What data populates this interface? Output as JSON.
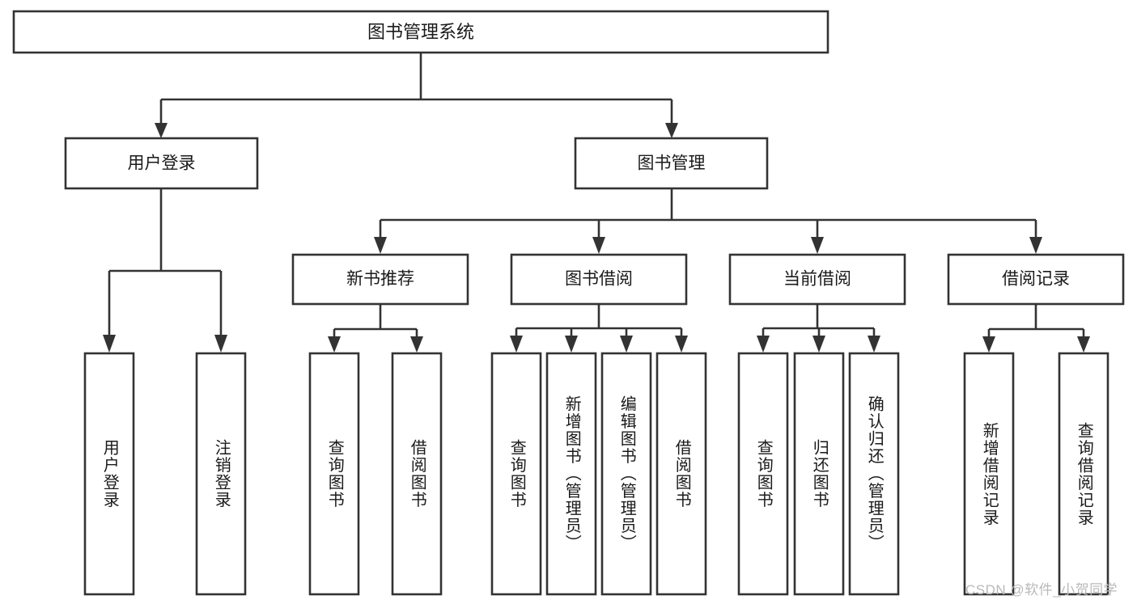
{
  "diagram": {
    "title": "图书管理系统",
    "type": "tree",
    "orientation": "top-down",
    "colors": {
      "stroke": "#333333",
      "box_fill": "#ffffff",
      "text": "#1a1a1a",
      "background": "#ffffff",
      "watermark": "#b9b9b9"
    },
    "root": {
      "label": "图书管理系统"
    },
    "level2": [
      {
        "label": "用户登录"
      },
      {
        "label": "图书管理"
      }
    ],
    "level3": [
      {
        "label": "新书推荐"
      },
      {
        "label": "图书借阅"
      },
      {
        "label": "当前借阅"
      },
      {
        "label": "借阅记录"
      }
    ],
    "leaves": {
      "user_login": [
        {
          "label": "用户登录"
        },
        {
          "label": "注销登录"
        }
      ],
      "new_book_recommend": [
        {
          "label": "查询图书"
        },
        {
          "label": "借阅图书"
        }
      ],
      "book_borrow": [
        {
          "label": "查询图书"
        },
        {
          "label": "新增图书（管理员）"
        },
        {
          "label": "编辑图书（管理员）"
        },
        {
          "label": "借阅图书"
        }
      ],
      "current_borrow": [
        {
          "label": "查询图书"
        },
        {
          "label": "归还图书"
        },
        {
          "label": "确认归还（管理员）"
        }
      ],
      "borrow_record": [
        {
          "label": "新增借阅记录"
        },
        {
          "label": "查询借阅记录"
        }
      ]
    }
  },
  "watermark": {
    "text": "CSDN @软件_小贺同学"
  }
}
